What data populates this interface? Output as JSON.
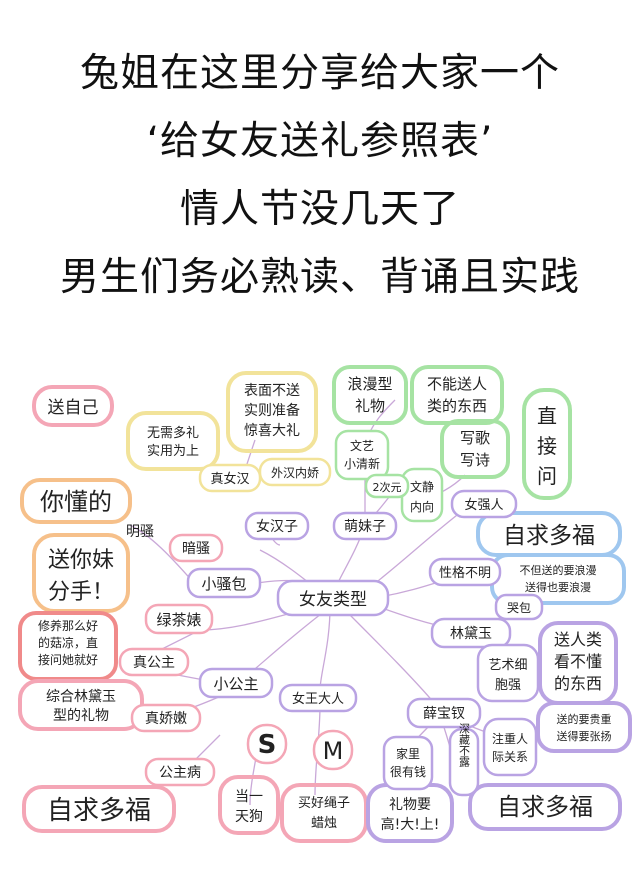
{
  "title_lines": [
    "兔姐在这里分享给大家一个",
    "‘给女友送礼参照表’",
    "情人节没几天了",
    "男生们务必熟读、背诵且实践"
  ],
  "center": "女友类型",
  "nodes": {
    "song_ziji": "送自己",
    "ni_dong_de": "你懂的",
    "ming_sao": "明骚",
    "an_sao": "暗骚",
    "song_ni_mei_1": "送你妹",
    "song_ni_mei_2": "分手！",
    "xiao_sao_bao": "小骚包",
    "lv_cha_biao": "绿茶婊",
    "xiuyang_1": "修养那么好",
    "xiuyang_2": "的菇凉，直",
    "xiuyang_3": "接问她就好",
    "zhen_gongzhu": "真公主",
    "xiao_gongzhu": "小公主",
    "zonghe_1": "综合林黛玉",
    "zonghe_2": "型的礼物",
    "zhen_jiaonen": "真娇嫩",
    "gongzhu_bing": "公主病",
    "zi_qiu_duo_fu": "自求多福",
    "wunv_1": "无需多礼",
    "wunv_2": "实用为上",
    "zhen_nvhan": "真女汉",
    "biaomian_1": "表面不送",
    "biaomian_2": "实则准备",
    "biaomian_3": "惊喜大礼",
    "waihan_neijiao": "外汉内娇",
    "nv_hanzi": "女汉子",
    "langman_1": "浪漫型",
    "langman_2": "礼物",
    "wenyi_1": "文艺",
    "wenyi_2": "小清新",
    "buneng_1": "不能送人",
    "buneng_2": "类的东西",
    "xiege_1": "写歌",
    "xiege_2": "写诗",
    "erciyuan": "2次元",
    "wenjing_1": "文静",
    "wenjing_2": "内向",
    "meng_meizi": "萌妹子",
    "zhi_jie_wen_1": "直",
    "zhi_jie_wen_2": "接",
    "zhi_jie_wen_3": "问",
    "nv_qiangren": "女强人",
    "xingge_buming": "性格不明",
    "budan_1": "不但送的要浪漫",
    "budan_2": "送得也要浪漫",
    "ku_bao": "哭包",
    "lin_daiyu": "林黛玉",
    "yishu_1": "艺术细",
    "yishu_2": "胞强",
    "songren_1": "送人类",
    "songren_2": "看不懂",
    "songren_3": "的东西",
    "xue_baochai": "薛宝钗",
    "zhuzhong_1": "注重人",
    "zhuzhong_2": "际关系",
    "guizhong_1": "送的要贵重",
    "guizhong_2": "送得要张扬",
    "jiali_1": "家里",
    "jiali_2": "很有钱",
    "shencang": "深藏不露",
    "liwu_1": "礼物要",
    "liwu_2": "高!大!上!",
    "nv_wang": "女王大人",
    "s_label": "S",
    "m_label": "M",
    "dangyi_1": "当一",
    "dangyi_2": "天狗",
    "maihao_1": "买好绳子",
    "maihao_2": "蜡烛"
  },
  "colors": {
    "pink": "#f4a6b6",
    "purple": "#b9a3e3",
    "green": "#a6e3a3",
    "yellow": "#f2e39a",
    "blue": "#9fc7ef",
    "orange": "#f6c08a",
    "red": "#f08a8a"
  }
}
